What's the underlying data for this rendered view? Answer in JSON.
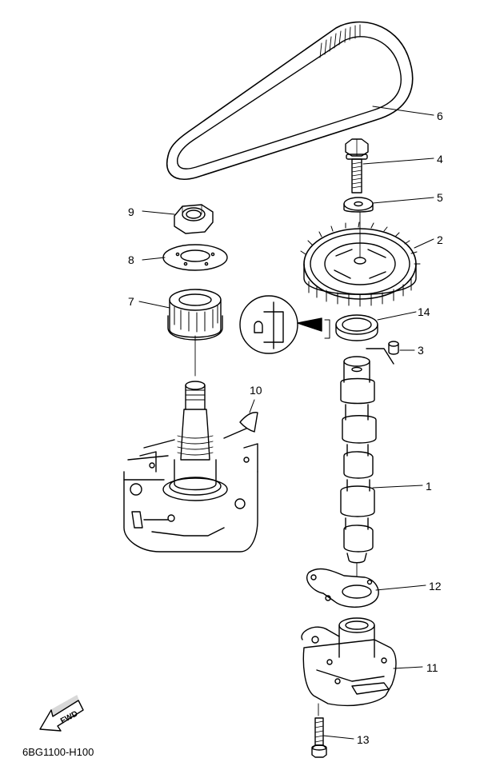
{
  "diagram": {
    "code": "6BG1100-H100",
    "fwd_label": "FWD",
    "callouts": {
      "c1": "1",
      "c2": "2",
      "c3": "3",
      "c4": "4",
      "c5": "5",
      "c6": "6",
      "c7": "7",
      "c8": "8",
      "c9": "9",
      "c10": "10",
      "c11": "11",
      "c12": "12",
      "c13": "13",
      "c14": "14"
    }
  }
}
